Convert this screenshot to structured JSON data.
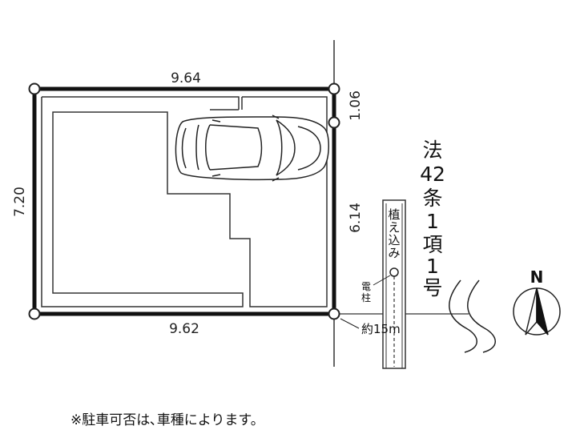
{
  "dimensions": {
    "top": "9.64",
    "bottom": "9.62",
    "left": "7.20",
    "right_upper": "1.06",
    "right_lower": "6.14"
  },
  "road": {
    "chars": [
      "法",
      "42",
      "条",
      "1",
      "項",
      "1",
      "号"
    ]
  },
  "planting": {
    "chars": [
      "植",
      "え",
      "込",
      "み"
    ]
  },
  "pole": {
    "chars": [
      "電",
      "柱"
    ]
  },
  "distance_label": "約15m",
  "compass_label": "N",
  "note": "※駐車可否は､車種によります。"
}
